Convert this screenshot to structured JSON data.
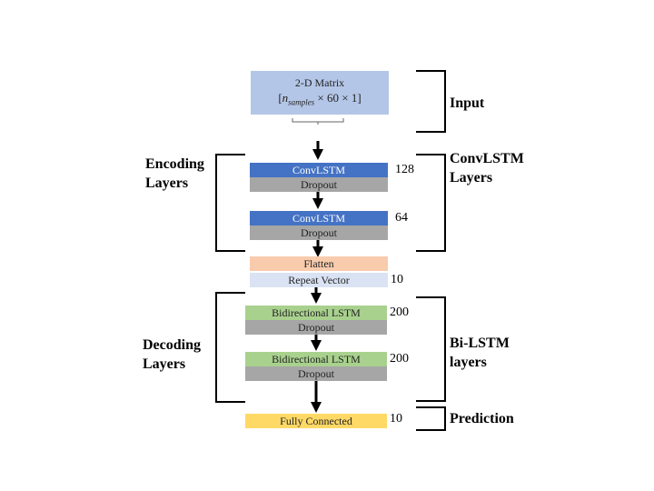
{
  "input_block": {
    "line1": "2-D Matrix",
    "n_var": "n",
    "n_sub": "samples",
    "dims": "× 60 × 1]"
  },
  "layers": {
    "convlstm1": "ConvLSTM",
    "dropout1": "Dropout",
    "convlstm2": "ConvLSTM",
    "dropout2": "Dropout",
    "flatten": "Flatten",
    "repeat": "Repeat Vector",
    "bilstm1": "Bidirectional LSTM",
    "dropout3": "Dropout",
    "bilstm2": "Bidirectional LSTM",
    "dropout4": "Dropout",
    "fc": "Fully Connected"
  },
  "units": {
    "convlstm1": "128",
    "convlstm2": "64",
    "repeat": "10",
    "bilstm1": "200",
    "bilstm2": "200",
    "fc": "10"
  },
  "groups": {
    "input": "Input",
    "convlstm_line1": "ConvLSTM",
    "convlstm_line2": "Layers",
    "encoding_line1": "Encoding",
    "encoding_line2": "Layers",
    "decoding_line1": "Decoding",
    "decoding_line2": "Layers",
    "bilstm_line1": "Bi-LSTM",
    "bilstm_line2": "layers",
    "prediction": "Prediction"
  },
  "colors": {
    "input": "#b4c6e7",
    "convlstm": "#4472c4",
    "dropout": "#a6a6a6",
    "flatten": "#f8cbad",
    "repeat": "#dae3f3",
    "bilstm": "#a9d18e",
    "fc": "#ffd966"
  }
}
